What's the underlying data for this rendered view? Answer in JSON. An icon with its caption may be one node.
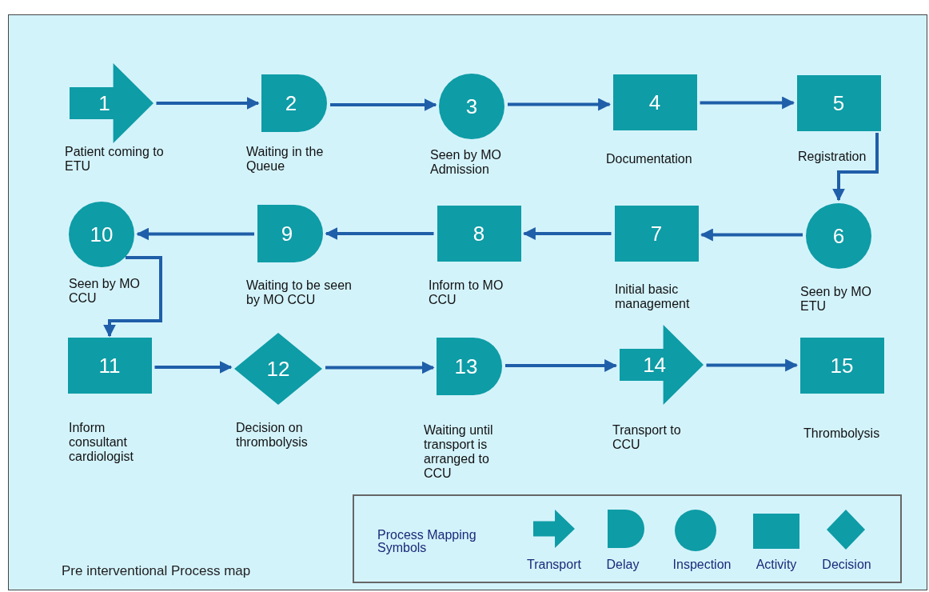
{
  "diagram": {
    "title": "Pre interventional Process map",
    "nodes": [
      {
        "text": [
          "1"
        ],
        "beside": [
          "Patient coming to ETU"
        ]
      },
      {
        "text": [
          "2"
        ],
        "beside": [
          "Waiting in the Queue"
        ]
      },
      {
        "text": [
          "3"
        ],
        "beside": [
          "Seen by MO Admission"
        ]
      },
      {
        "text": [
          "4"
        ],
        "beside": [
          "Documentation"
        ]
      },
      {
        "text": [
          "5"
        ],
        "beside": [
          "Registration"
        ]
      },
      {
        "text": [
          "6"
        ],
        "beside": [
          "Seen by MO ETU"
        ]
      },
      {
        "text": [
          "7"
        ],
        "beside": [
          "Initial basic management"
        ]
      },
      {
        "text": [
          "8"
        ],
        "beside": [
          "Inform to MO CCU"
        ]
      },
      {
        "text": [
          "9"
        ],
        "beside": [
          "Waiting to be seen by MO CCU"
        ]
      },
      {
        "text": [
          "10"
        ],
        "beside": [
          "Seen by MO CCU"
        ]
      },
      {
        "text": [
          "11"
        ],
        "beside": [
          "Inform consultant cardiologist"
        ]
      },
      {
        "text": [
          "12"
        ],
        "beside": [
          "Decision on thrombolysis"
        ]
      },
      {
        "text": [
          "13"
        ],
        "beside": [
          "Waiting until transport is arranged to CCU"
        ]
      },
      {
        "text": [
          "14"
        ],
        "beside": [
          "Transport to CCU"
        ]
      },
      {
        "text": [
          "15"
        ],
        "beside": [
          "Thrombolysis"
        ]
      }
    ],
    "edges": [
      {
        "from": 0,
        "to": 1,
        "arrow": "to"
      },
      {
        "from": 1,
        "to": 2,
        "arrow": "to"
      },
      {
        "from": 2,
        "to": 3,
        "arrow": "to"
      },
      {
        "from": 3,
        "to": 4,
        "arrow": "to"
      },
      {
        "from": 4,
        "to": 5,
        "arrow": "to"
      },
      {
        "from": 5,
        "to": 6,
        "arrow": "to"
      },
      {
        "from": 6,
        "to": 7,
        "arrow": "to"
      },
      {
        "from": 7,
        "to": 8,
        "arrow": "to"
      },
      {
        "from": 8,
        "to": 9,
        "arrow": "to"
      },
      {
        "from": 9,
        "to": 10,
        "arrow": "to"
      },
      {
        "from": 10,
        "to": 11,
        "arrow": "to"
      },
      {
        "from": 11,
        "to": 12,
        "arrow": "to"
      },
      {
        "from": 12,
        "to": 13,
        "arrow": "to"
      },
      {
        "from": 13,
        "to": 14,
        "arrow": "to"
      }
    ],
    "labels": [
      "Process Mapping Symbols"
    ],
    "legend": [
      {
        "text": "Transport"
      },
      {
        "text": "Delay"
      },
      {
        "text": "Inspection"
      },
      {
        "text": "Activity"
      },
      {
        "text": "Decision"
      }
    ]
  }
}
